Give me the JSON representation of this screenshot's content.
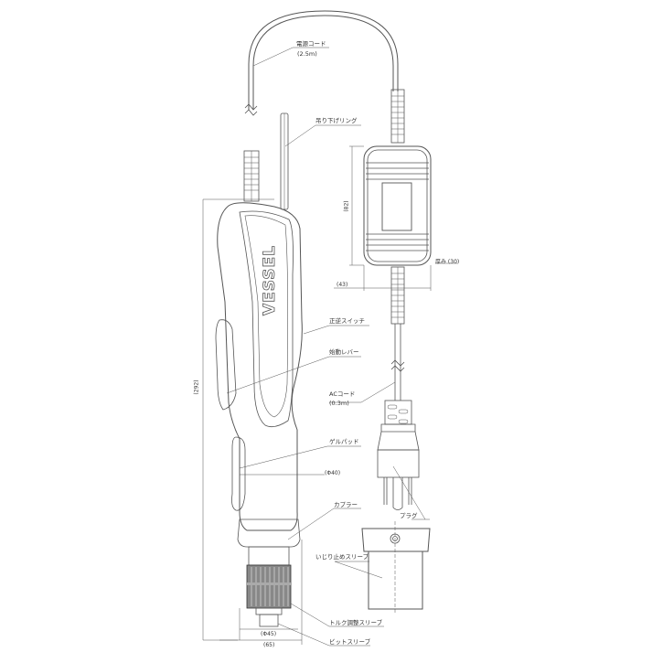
{
  "product": {
    "brand_mark": "VESSEL"
  },
  "labels": {
    "power_cord": "電源コード",
    "power_cord_length": "(2.5m)",
    "hanging_ring": "吊り下げリング",
    "forward_reverse_switch": "正逆スイッチ",
    "start_lever": "始動レバー",
    "ac_cord": "ACコード",
    "ac_cord_length": "(0.3m)",
    "gel_pad": "ゲルパッド",
    "coupler": "カプラー",
    "plug": "プラグ",
    "tamper_sleeve": "いじり止めスリーブ",
    "torque_sleeve": "トルク調整スリーブ",
    "bit_sleeve": "ビットスリーブ"
  },
  "dimensions": {
    "box_height": "(82)",
    "box_thickness": "厚み (30)",
    "box_width": "(43)",
    "total_length": "(292)",
    "grip_diameter": "(Φ40)",
    "sleeve_diameter": "(Φ45)",
    "base_width": "(65)"
  }
}
